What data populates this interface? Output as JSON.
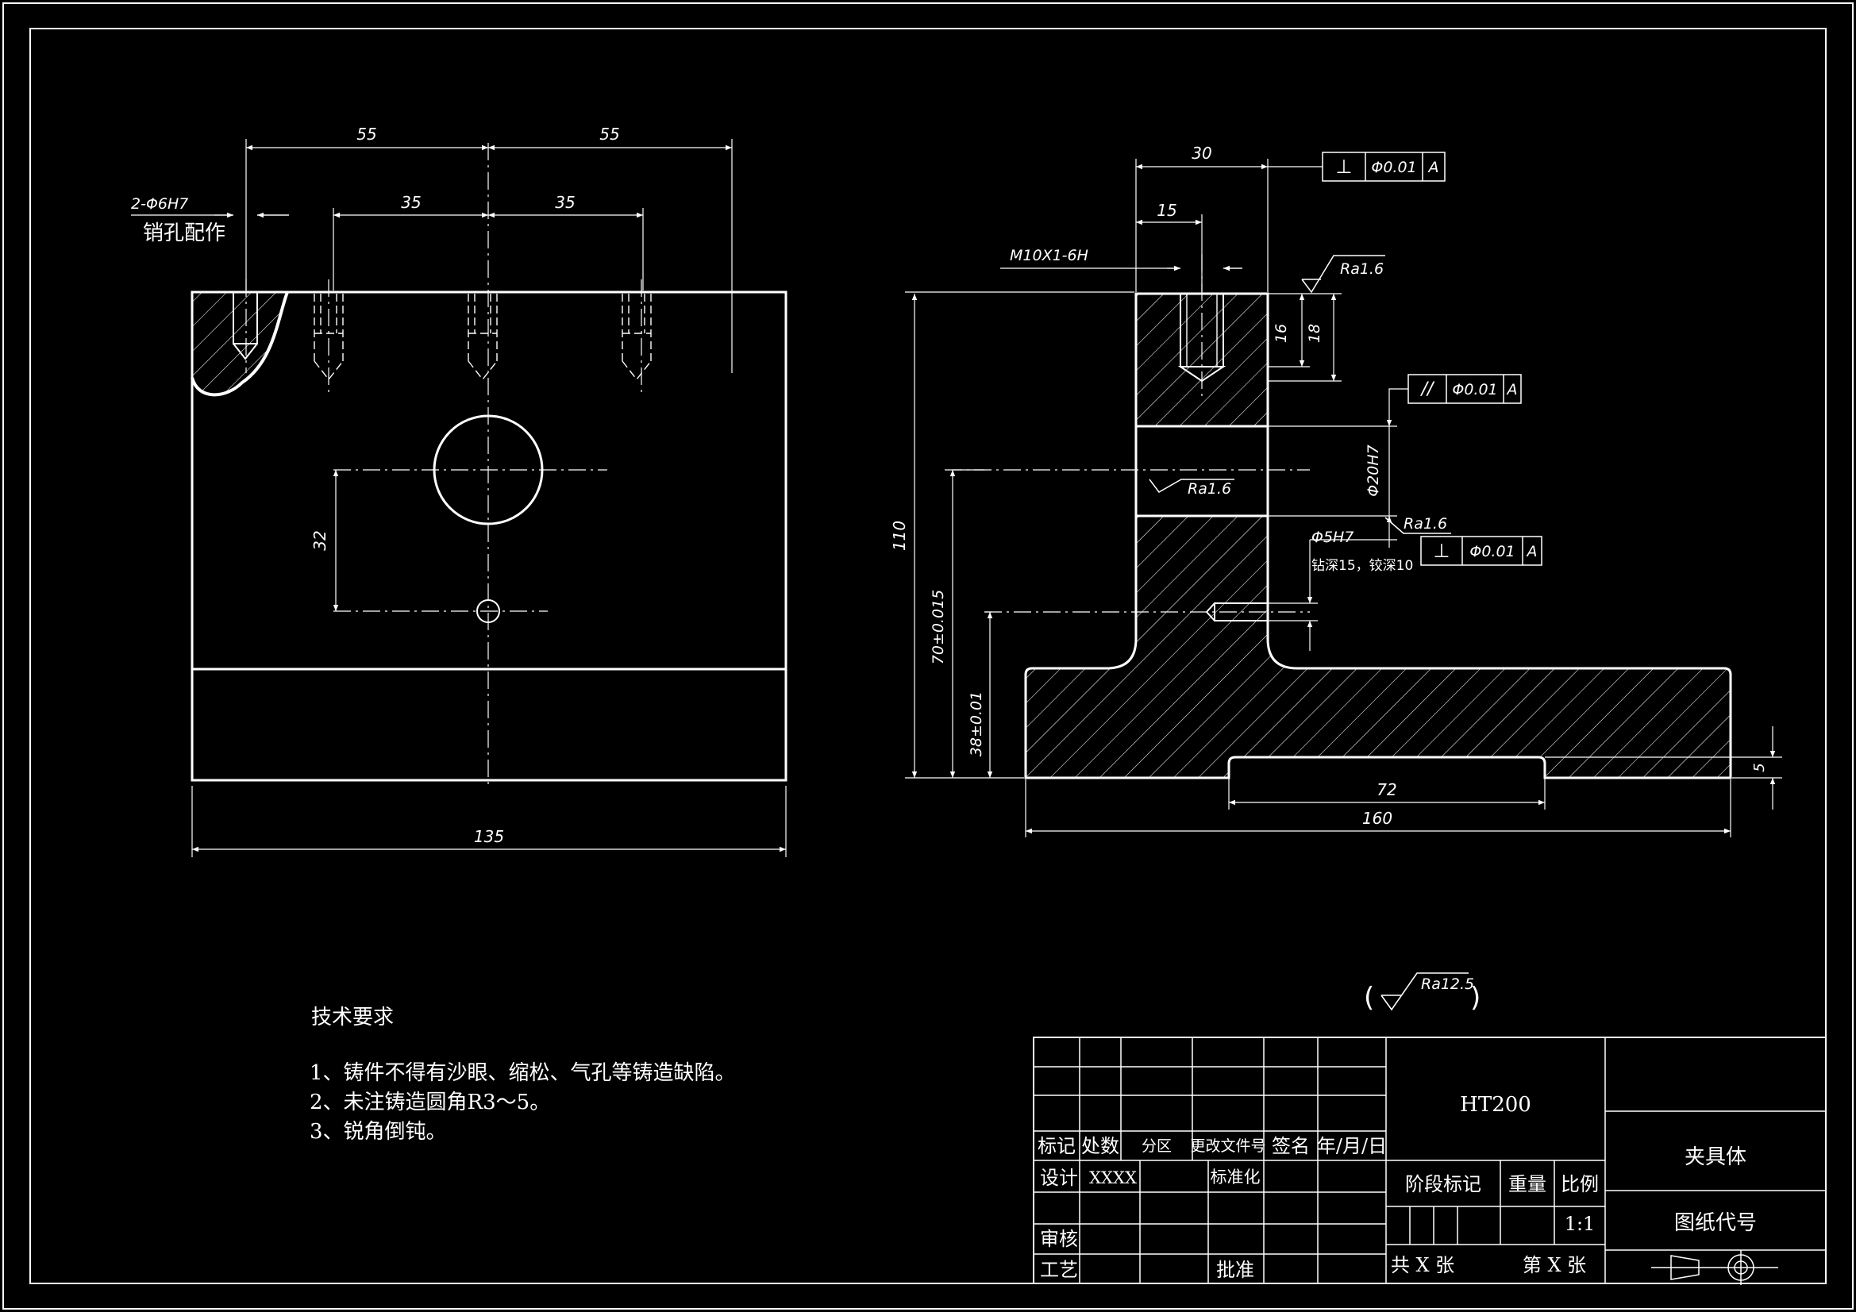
{
  "left_view": {
    "dim_top_left": "55",
    "dim_top_right": "55",
    "dim_inner_left": "35",
    "dim_inner_right": "35",
    "pin_hole_spec": "2-Φ6H7",
    "pin_hole_note": "销孔配作",
    "dim_vertical": "32",
    "dim_width": "135"
  },
  "right_view": {
    "dim_30": "30",
    "dim_15": "15",
    "thread_spec": "M10X1-6H",
    "dim_16": "16",
    "dim_18": "18",
    "dim_110": "110",
    "dim_70": "70±0.015",
    "dim_38": "38±0.01",
    "dim_72": "72",
    "dim_160": "160",
    "dim_5": "5",
    "bore_spec": "Φ20H7",
    "small_hole_spec": "Φ5H7",
    "small_hole_note": "钻深15，铰深10",
    "roughness_top": "Ra1.6",
    "roughness_bore": "Ra1.6",
    "roughness_right": "Ra1.6",
    "tol_perp_top": {
      "symbol": "⊥",
      "value": "Φ0.01",
      "datum": "A"
    },
    "tol_parallel": {
      "symbol": "//",
      "value": "Φ0.01",
      "datum": "A"
    },
    "tol_perp_side": {
      "symbol": "⊥",
      "value": "Φ0.01",
      "datum": "A"
    }
  },
  "general_roughness": "Ra12.5",
  "tech_req": {
    "title": "技术要求",
    "items": [
      "1、铸件不得有沙眼、缩松、气孔等铸造缺陷。",
      "2、未注铸造圆角R3～5。",
      "3、锐角倒钝。"
    ]
  },
  "title_block": {
    "material": "HT200",
    "part_name": "夹具体",
    "drawing_no_label": "图纸代号",
    "h_mark": "标记",
    "h_count": "处数",
    "h_zone": "分区",
    "h_doc": "更改文件号",
    "h_sign": "签名",
    "h_date": "年/月/日",
    "design": "设计",
    "designer": "XXXX",
    "standardize": "标准化",
    "review": "审核",
    "process": "工艺",
    "approve": "批准",
    "stage_mark": "阶段标记",
    "weight": "重量",
    "scale_label": "比例",
    "scale": "1:1",
    "sheets_total": "共 X 张",
    "sheet_no": "第 X 张"
  }
}
